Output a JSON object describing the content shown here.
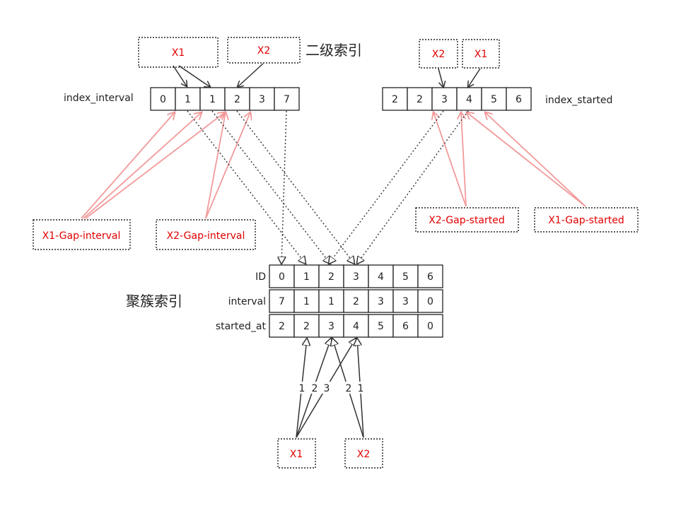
{
  "secondary_index_title": "二级索引",
  "cluster_index_title": "聚簇索引",
  "index_interval": {
    "label": "index_interval",
    "values": [
      "0",
      "1",
      "1",
      "2",
      "3",
      "7"
    ]
  },
  "index_started": {
    "label": "index_started",
    "values": [
      "2",
      "2",
      "3",
      "4",
      "5",
      "6"
    ]
  },
  "cluster_table": {
    "rows": [
      {
        "label": "ID",
        "values": [
          "0",
          "1",
          "2",
          "3",
          "4",
          "5",
          "6"
        ]
      },
      {
        "label": "interval",
        "values": [
          "7",
          "1",
          "1",
          "2",
          "3",
          "3",
          "0"
        ]
      },
      {
        "label": "started_at",
        "values": [
          "2",
          "2",
          "3",
          "4",
          "5",
          "6",
          "0"
        ]
      }
    ]
  },
  "query_boxes": {
    "top_left_x1": "X1",
    "top_left_x2": "X2",
    "top_right_x2": "X2",
    "top_right_x1": "X1",
    "bottom_x1": "X1",
    "bottom_x2": "X2"
  },
  "gap_boxes": {
    "x1_gap_interval": "X1-Gap-interval",
    "x2_gap_interval": "X2-Gap-interval",
    "x2_gap_started": "X2-Gap-started",
    "x1_gap_started": "X1-Gap-started"
  },
  "arrow_numbers": {
    "n1": "1",
    "n2": "2",
    "n3": "3",
    "n4": "2",
    "n5": "1"
  },
  "colors": {
    "highlight_text": "#e00000",
    "gap_arrow": "#f29a9a",
    "line": "#333333"
  }
}
